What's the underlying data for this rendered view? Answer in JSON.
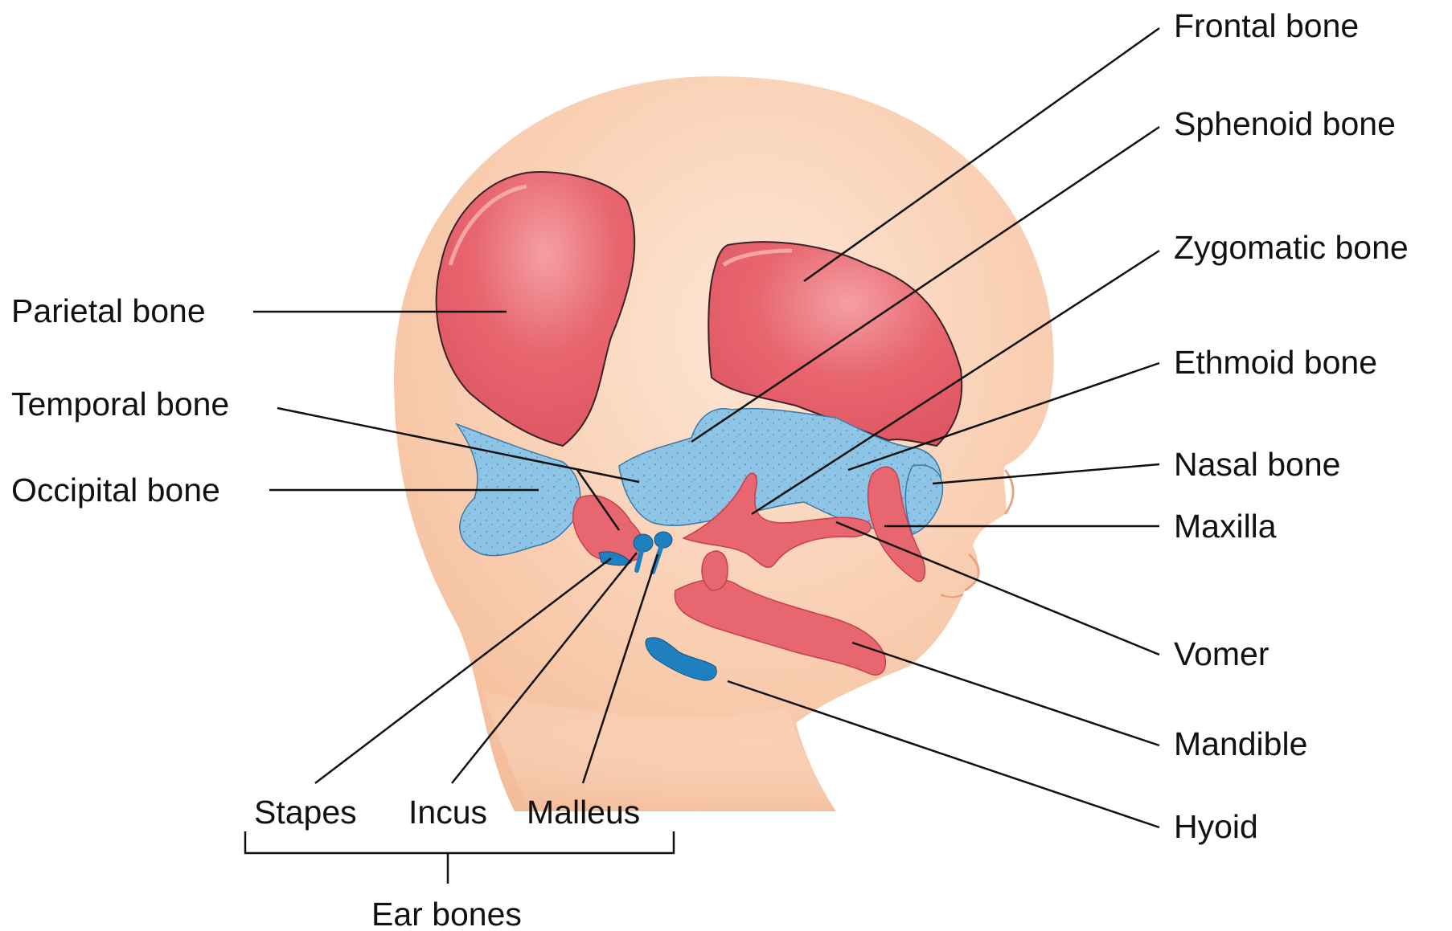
{
  "colors": {
    "skin_light": "#fbe0cc",
    "skin": "#f8c9a9",
    "skin_shadow": "#f1b692",
    "ossified_bone": "#e5646c",
    "ossified_bone_edge": "#c4414c",
    "ossified_highlight": "#f6a4a6",
    "cartilage": "#8fc6e6",
    "cartilage_edge": "#4f95c2",
    "ear_bone": "#1f80c0",
    "leader_line": "#111111"
  },
  "labels": {
    "parietal": "Parietal bone",
    "temporal": "Temporal bone",
    "occipital": "Occipital bone",
    "frontal": "Frontal bone",
    "sphenoid": "Sphenoid bone",
    "zygomatic": "Zygomatic bone",
    "ethmoid": "Ethmoid bone",
    "nasal": "Nasal bone",
    "maxilla": "Maxilla",
    "vomer": "Vomer",
    "mandible": "Mandible",
    "hyoid": "Hyoid",
    "stapes": "Stapes",
    "incus": "Incus",
    "malleus": "Malleus",
    "ear_bones": "Ear bones"
  },
  "icons": {
    "figure": "fetal-skull-illustration"
  }
}
